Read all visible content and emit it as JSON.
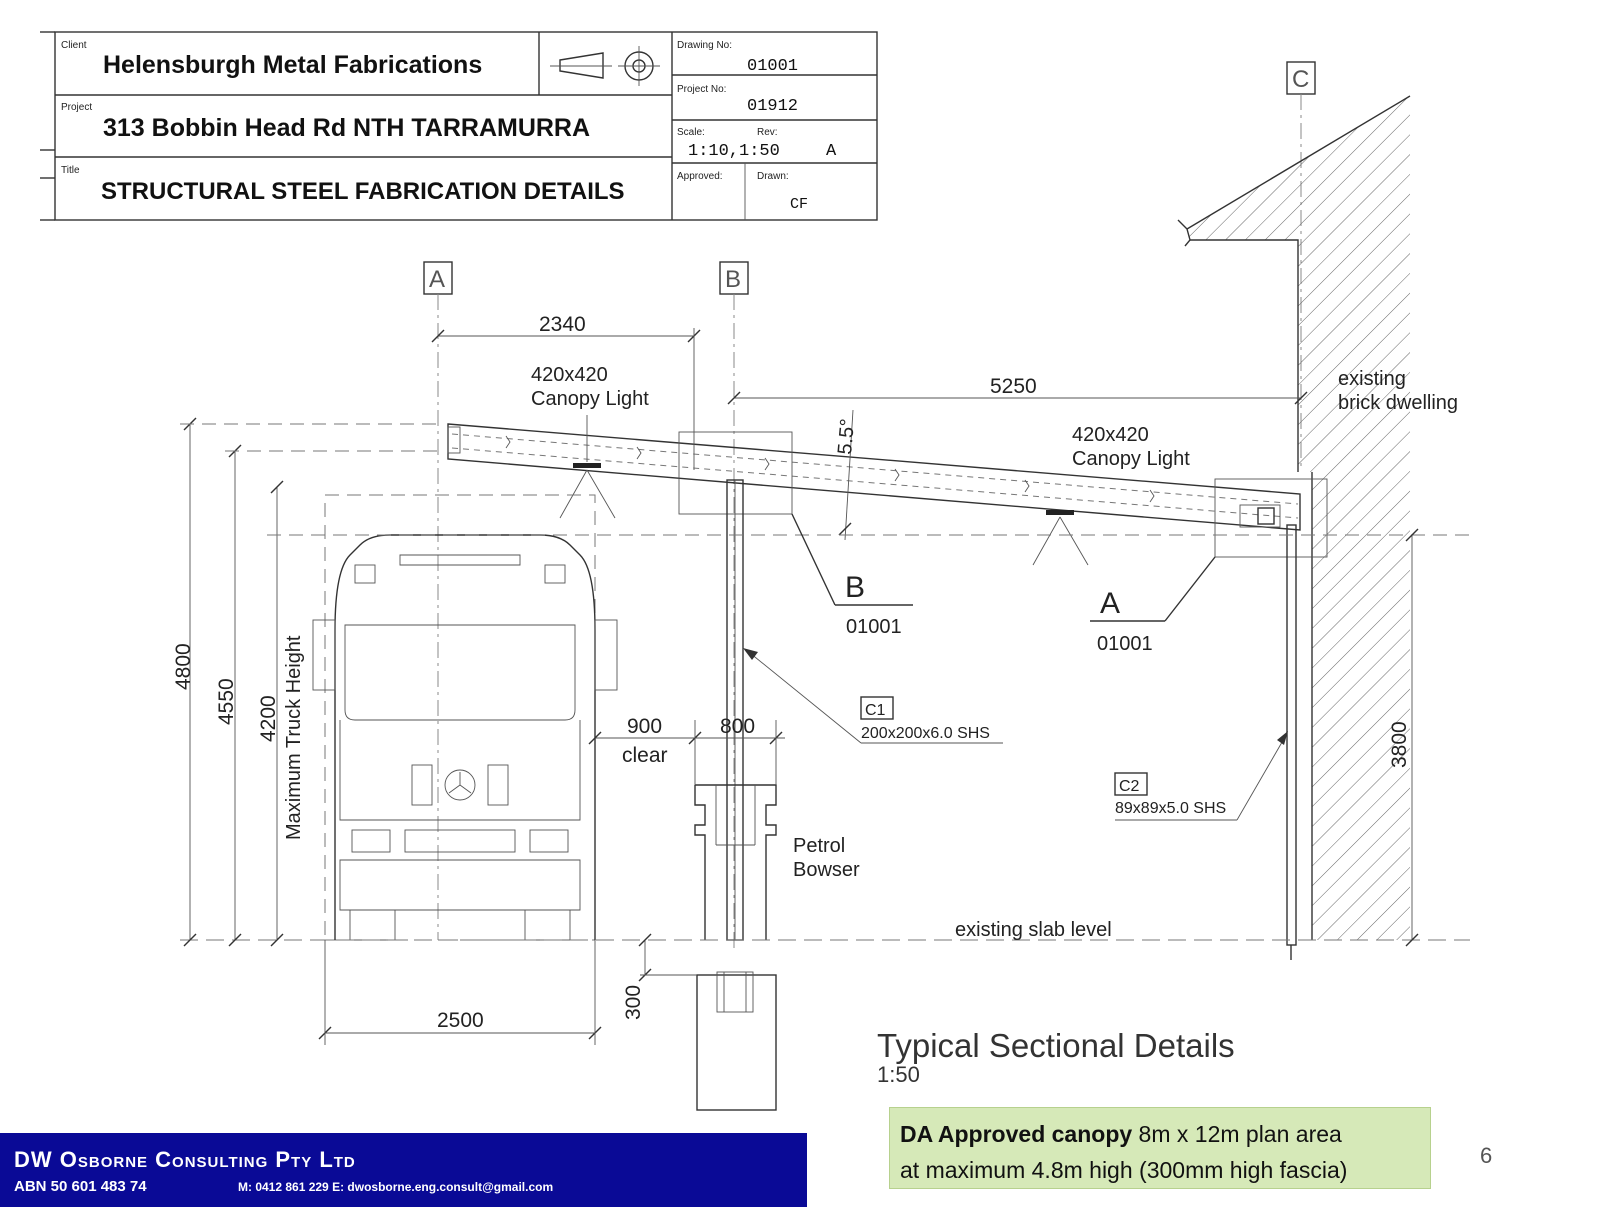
{
  "title_block": {
    "client_label": "Client",
    "client": "Helensburgh Metal Fabrications",
    "project_label": "Project",
    "project": "313 Bobbin Head Rd NTH TARRAMURRA",
    "title_label": "Title",
    "title": "STRUCTURAL STEEL FABRICATION DETAILS",
    "drawing_no_label": "Drawing No:",
    "drawing_no": "01001",
    "project_no_label": "Project No:",
    "project_no": "01912",
    "scale_label": "Scale:",
    "scale": "1:10,1:50",
    "rev_label": "Rev:",
    "rev": "A",
    "approved_label": "Approved:",
    "drawn_label": "Drawn:",
    "drawn": "CF"
  },
  "gridlines": {
    "a": "A",
    "b": "B",
    "c": "C"
  },
  "dimensions": {
    "d2340": "2340",
    "d5250": "5250",
    "d4800": "4800",
    "d4550": "4550",
    "d4200": "4200",
    "d3800": "3800",
    "d900": "900",
    "clear": "clear",
    "d800": "800",
    "d2500": "2500",
    "d300": "300",
    "angle": "5.5°"
  },
  "labels": {
    "canopy_light_1_size": "420x420",
    "canopy_light_1": "Canopy Light",
    "canopy_light_2_size": "420x420",
    "canopy_light_2": "Canopy Light",
    "existing_1": "existing",
    "existing_2": "brick dwelling",
    "max_truck_height": "Maximum Truck Height",
    "petrol_1": "Petrol",
    "petrol_2": "Bowser",
    "slab": "existing slab level",
    "detail_b": "B",
    "detail_b_ref": "01001",
    "detail_a": "A",
    "detail_a_ref": "01001",
    "c1_tag": "C1",
    "c1_spec": "200x200x6.0 SHS",
    "c2_tag": "C2",
    "c2_spec": "89x89x5.0 SHS",
    "section_title": "Typical Sectional Details",
    "section_scale": "1:50"
  },
  "footer": {
    "company": "DW Osborne Consulting Pty Ltd",
    "abn": "ABN 50 601 483 74",
    "contact": "M: 0412 861 229  E: dwosborne.eng.consult@gmail.com"
  },
  "note": {
    "bold": "DA Approved canopy",
    "line1_rest": " 8m x 12m plan area",
    "line2": "at maximum 4.8m high (300mm high fascia)"
  },
  "page_number": "6",
  "colors": {
    "footer_bg": "#0a0a96",
    "note_bg": "#d6e9b8"
  }
}
